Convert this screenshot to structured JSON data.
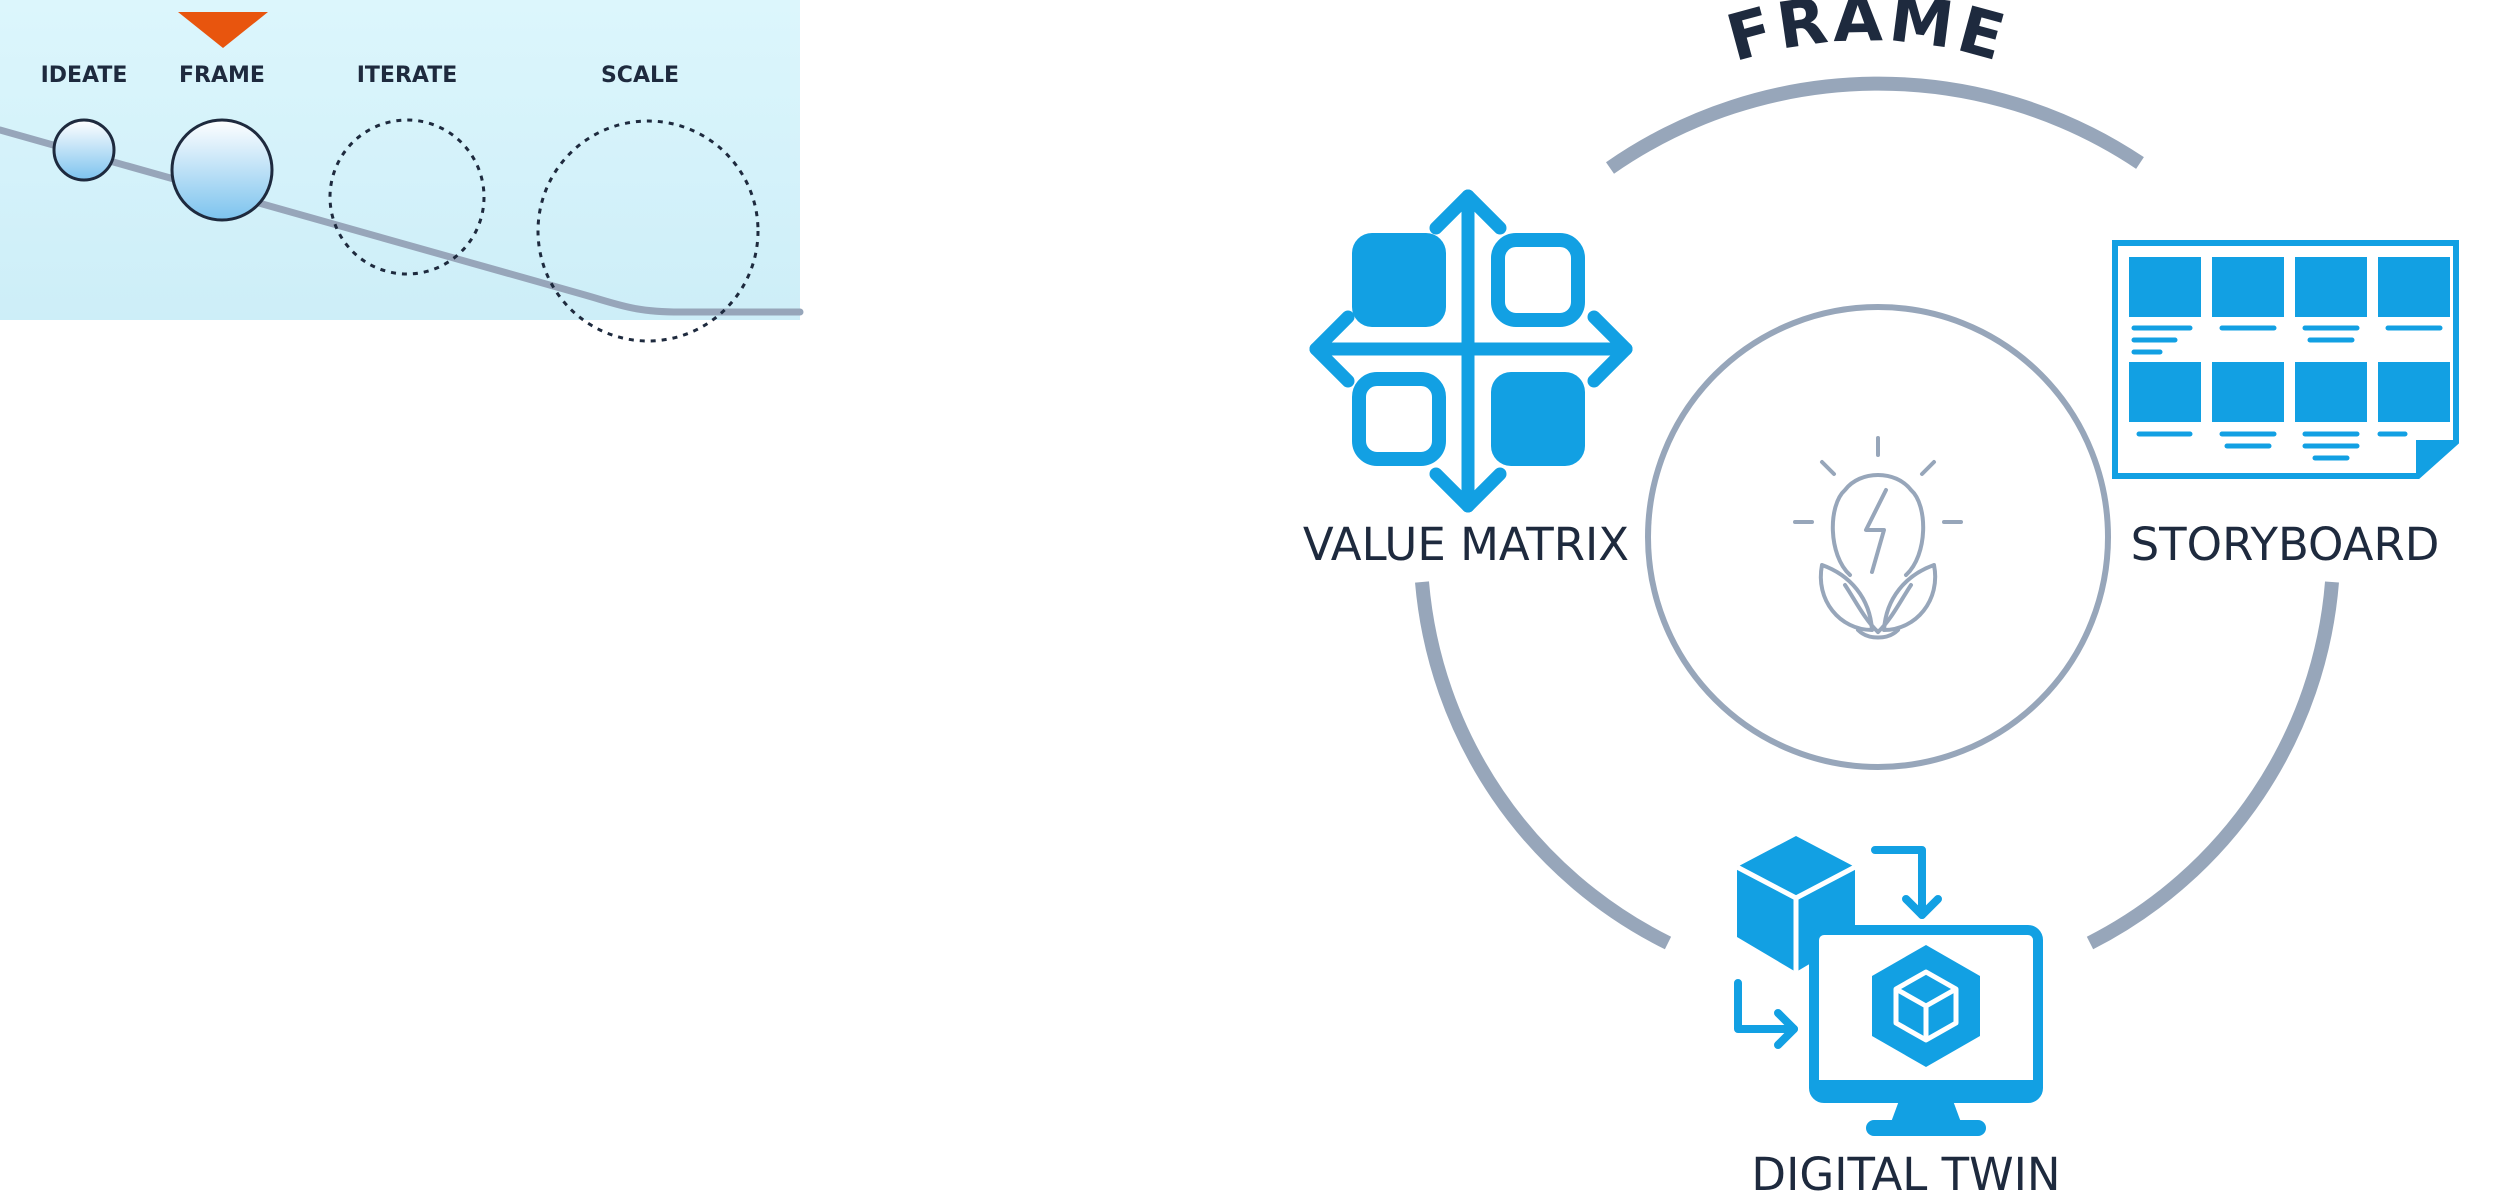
{
  "progress_bar": {
    "stages": [
      {
        "label": "IDEATE",
        "state": "complete"
      },
      {
        "label": "FRAME",
        "state": "current"
      },
      {
        "label": "ITERATE",
        "state": "upcoming"
      },
      {
        "label": "SCALE",
        "state": "upcoming"
      }
    ],
    "current_stage": "FRAME"
  },
  "cycle": {
    "title": "FRAME",
    "center_icon": "lightbulb-with-leaves-icon",
    "nodes": [
      {
        "label": "VALUE MATRIX",
        "icon": "value-matrix-icon"
      },
      {
        "label": "STORYBOARD",
        "icon": "storyboard-icon"
      },
      {
        "label": "DIGITAL TWIN",
        "icon": "digital-twin-icon"
      }
    ]
  },
  "colors": {
    "panel_background": "#d6f4fb",
    "accent_blue": "#12a0e3",
    "arc_gray": "#97a6ba",
    "marker_orange": "#e8550e",
    "text_dark": "#1e2a3e"
  }
}
